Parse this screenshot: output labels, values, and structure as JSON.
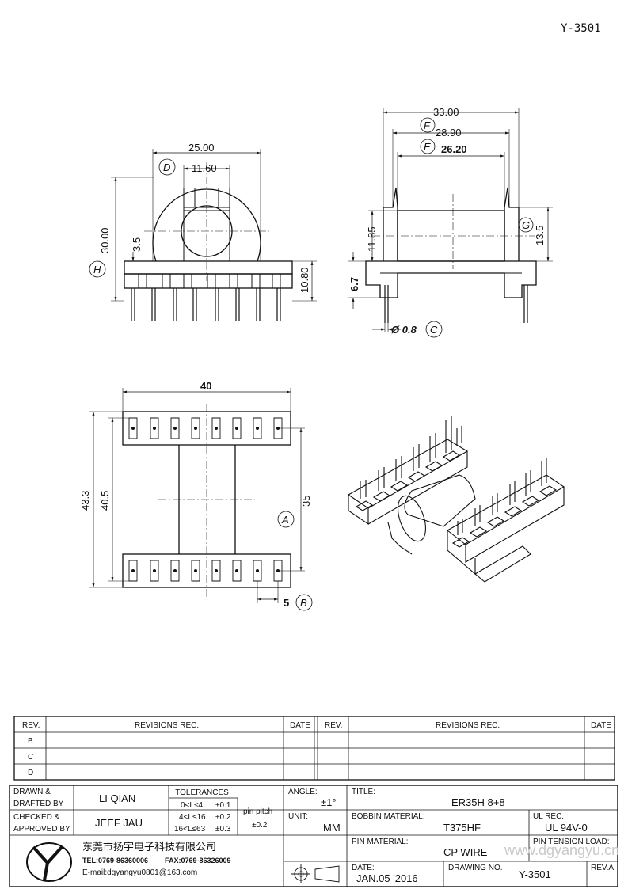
{
  "drawing_number_header": "Y-3501",
  "views": {
    "front": {
      "width": "25.00",
      "window": "11.60",
      "height": "30.00",
      "offset": "3.5",
      "base": "10.80",
      "tag_d": "D",
      "tag_h": "H"
    },
    "side": {
      "overall": "33.00",
      "f_dim": "28.90",
      "e_dim": "26.20",
      "h1": "11.85",
      "h2": "13.5",
      "pin_len": "6.7",
      "pin_dia": "Ø 0.8",
      "tag_f": "F",
      "tag_e": "E",
      "tag_g": "G",
      "tag_c": "C"
    },
    "bottom": {
      "width": "40",
      "h_outer": "43.3",
      "h_inner": "40.5",
      "pitch_span": "35",
      "pitch": "5",
      "tag_a": "A",
      "tag_b": "B"
    }
  },
  "revisions": {
    "header_rev": "REV.",
    "header_rev_rec": "REVISIONS   REC.",
    "header_date": "DATE",
    "rows": [
      "B",
      "C",
      "D"
    ]
  },
  "title_block": {
    "drawn_label": "DRAWN &",
    "drafted_label": "DRAFTED BY",
    "drawn_by": "LI QIAN",
    "checked_label": "CHECKED &",
    "approved_label": "APPROVED BY",
    "approved_by": "JEEF JAU",
    "tolerances_label": "TOLERANCES",
    "tol_rows": [
      {
        "range": "0<L≤4",
        "value": "±0.1"
      },
      {
        "range": "4<L≤16",
        "value": "±0.2"
      },
      {
        "range": "16<L≤63",
        "value": "±0.3"
      }
    ],
    "pin_pitch_label": "pin pitch",
    "pin_pitch_value": "±0.2",
    "angle_label": "ANGLE:",
    "angle_value": "±1°",
    "unit_label": "UNIT:",
    "unit_value": "MM",
    "title_label": "TITLE:",
    "title_value": "ER35H  8+8",
    "bobbin_label": "BOBBIN MATERIAL:",
    "bobbin_value": "T375HF",
    "ul_label": "UL REC.",
    "ul_value": "UL  94V-0",
    "pin_material_label": "PIN MATERIAL:",
    "pin_material_value": "CP WIRE",
    "pin_tension_label": "PIN TENSION LOAD:",
    "date_label": "DATE:",
    "date_value": "JAN.05  '2016",
    "drawing_no_label": "DRAWING  NO.",
    "drawing_no_value": "Y-3501",
    "rev_label": "REV.A",
    "company_name": "东莞市扬宇电子科技有限公司",
    "tel": "TEL:0769-86360006",
    "fax": "FAX:0769-86326009",
    "email": "E-mail:dgyangyu0801@163.com",
    "watermark": "www.dgyangyu.cn"
  }
}
